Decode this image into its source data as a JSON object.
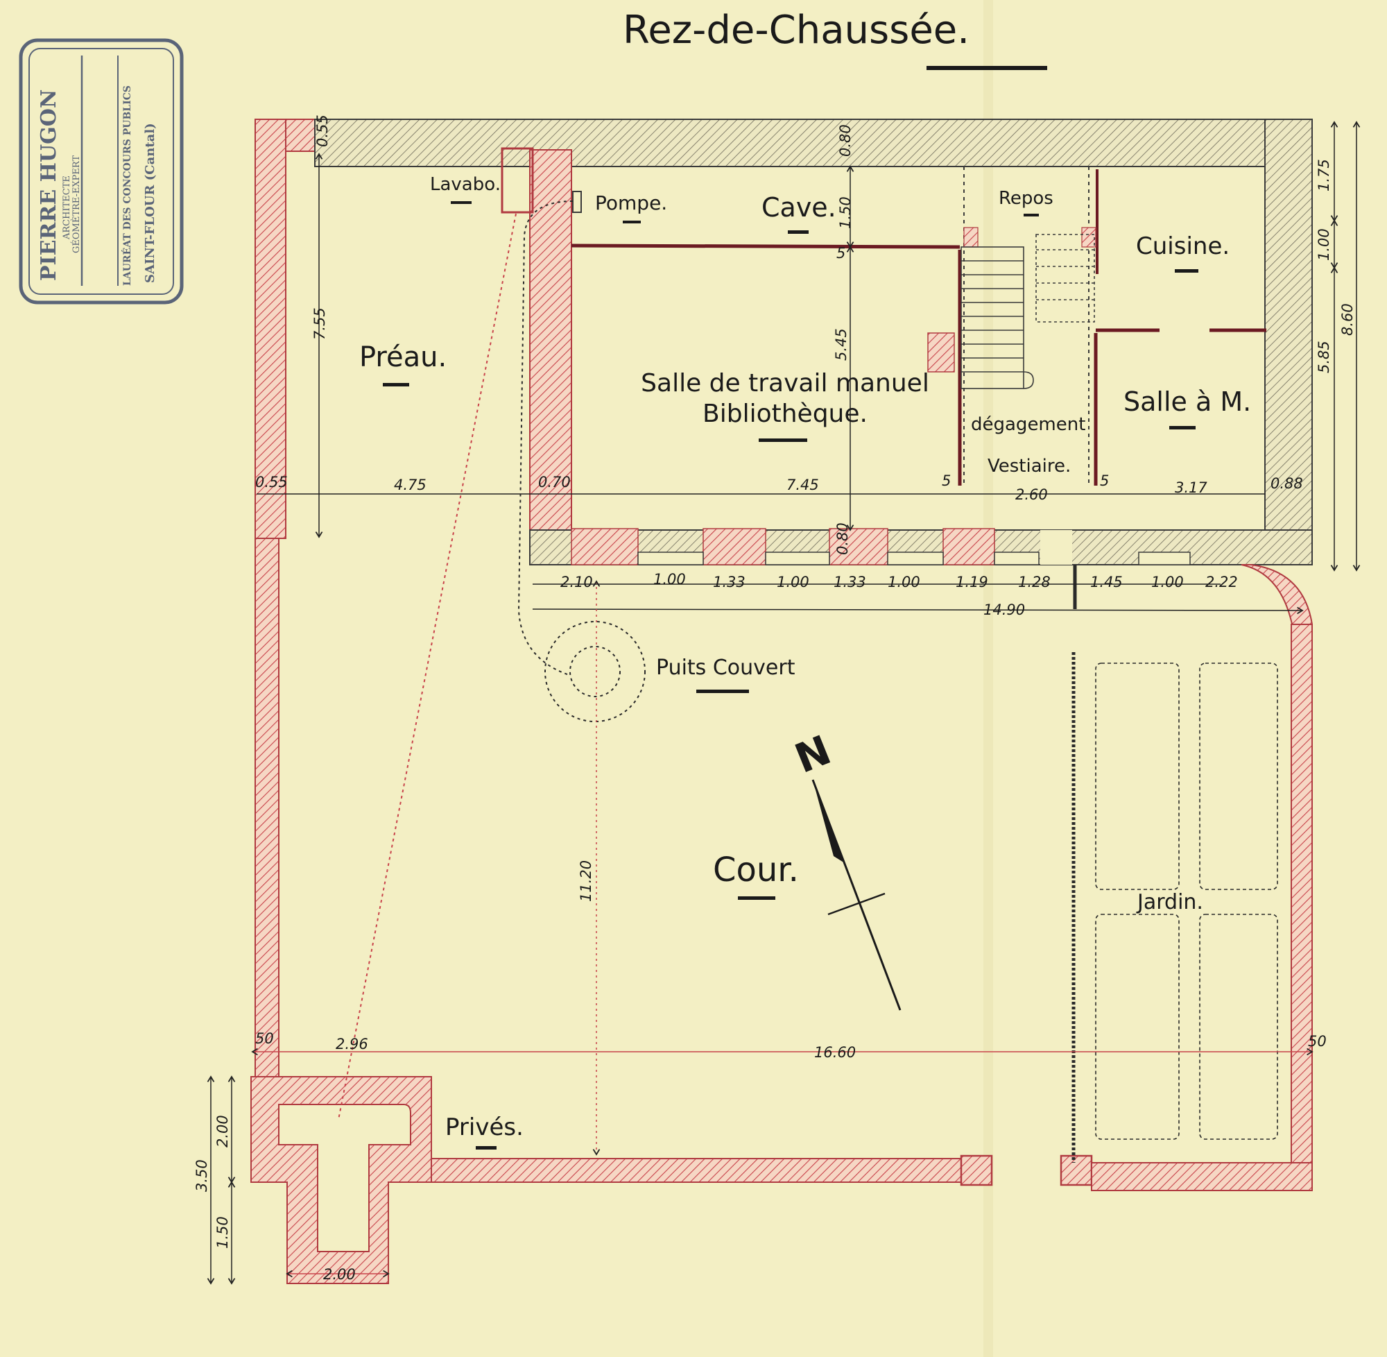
{
  "title": "Rez-de-Chaussée.",
  "stamp": {
    "name": "PIERRE HUGON",
    "line1": "ARCHITECTE",
    "line2": "GÉOMÈTRE-EXPERT",
    "line3": "LAURÉAT DES CONCOURS PUBLICS",
    "line4": "SAINT-FLOUR (Cantal)"
  },
  "rooms": {
    "preau": "Préau.",
    "lavabo": "Lavabo.",
    "pompe": "Pompe.",
    "cave": "Cave.",
    "repos": "Repos",
    "cuisine": "Cuisine.",
    "salle_travail": "Salle de travail manuel",
    "bibliotheque": "Bibliothèque.",
    "degagement": "dégagement",
    "vestiaire": "Vestiaire.",
    "salle_m": "Salle à M.",
    "puits": "Puits Couvert",
    "cour": "Cour.",
    "jardin": "Jardin.",
    "prives": "Privés."
  },
  "north": "N",
  "dims": {
    "top_wall": "0.55",
    "cave_wall": "0.80",
    "cave_depth": "1.50",
    "r_top": "1.75",
    "r_mid": "1.00",
    "r_total": "8.60",
    "r_lower": "5.85",
    "preau_depth": "7.55",
    "main_depth": "5.45",
    "wall_5a": "5",
    "wall_5b": "5",
    "wall_5c": "5",
    "left_wall": "0.55",
    "preau_width": "4.75",
    "wall_070": "0.70",
    "salle_width": "7.45",
    "vest_width": "2.60",
    "cuisine_width": "3.17",
    "r_wall": "0.88",
    "front_wall": "0.80",
    "seg": [
      "2.10",
      "1.00",
      "1.33",
      "1.00",
      "1.33",
      "1.00",
      "1.19",
      "1.28",
      "1.45",
      "1.00",
      "2.22"
    ],
    "facade": "14.90",
    "court_depth": "11.20",
    "bl_wall": "50",
    "prives_width": "2.96",
    "court_width": "16.60",
    "br_wall": "50",
    "prives_h1": "2.00",
    "prives_total": "3.50",
    "prives_h2": "1.50",
    "prives_bottom": "2.00"
  }
}
